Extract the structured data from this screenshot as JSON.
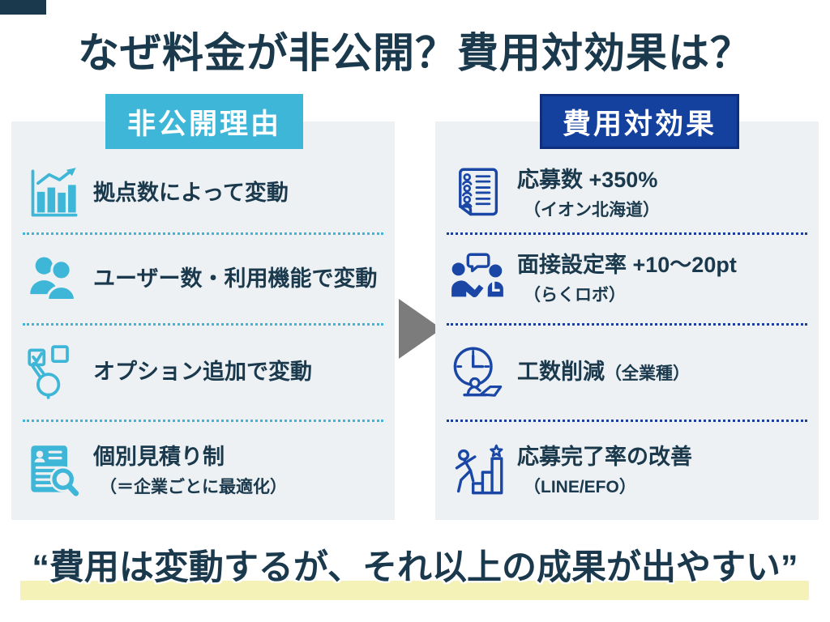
{
  "title": "なぜ料金が非公開？費用対効果は？",
  "left_panel": {
    "header": "非公開理由",
    "items": [
      {
        "icon": "bar-chart-icon",
        "text": "拠点数によって変動"
      },
      {
        "icon": "users-icon",
        "text": "ユーザー数・利用機能で変動"
      },
      {
        "icon": "option-click-icon",
        "text": "オプション追加で変動"
      },
      {
        "icon": "estimate-document-icon",
        "text": "個別見積り制",
        "subtext": "（＝企業ごとに最適化）"
      }
    ]
  },
  "right_panel": {
    "header": "費用対効果",
    "items": [
      {
        "icon": "applicant-list-icon",
        "text": "応募数 +350%",
        "subtext": "（イオン北海道）"
      },
      {
        "icon": "interview-icon",
        "text": "面接設定率 +10〜20pt",
        "subtext": "（らくロボ）"
      },
      {
        "icon": "workload-clock-icon",
        "text": "工数削減",
        "subtext_inline": "（全業種）"
      },
      {
        "icon": "completion-stairs-icon",
        "text": "応募完了率の改善",
        "subtext": "（LINE/EFO）"
      }
    ]
  },
  "footer": {
    "quote": "“費用は変動するが、それ以上の成果が出やすい”"
  },
  "colors": {
    "accent_cyan": "#3eb6d7",
    "accent_navy": "#14409e",
    "navy_border": "#0d2f7d",
    "icon_navy": "#1a47a5",
    "dotted_navy": "#1b3f9b",
    "panel_bg": "#edf1f4",
    "text_dark": "#1b394c",
    "highlight_yellow": "#f5f2b8",
    "arrow_gray": "#7c7c7c"
  }
}
